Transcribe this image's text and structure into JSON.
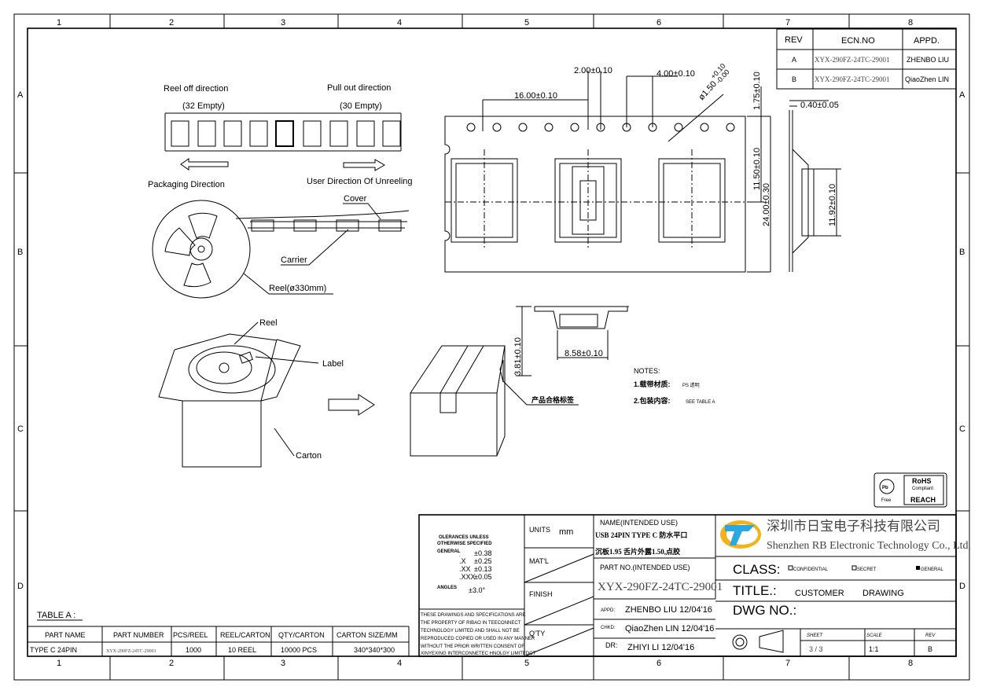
{
  "frame": {
    "cols": [
      "1",
      "2",
      "3",
      "4",
      "5",
      "6",
      "7",
      "8"
    ],
    "rows": [
      "A",
      "B",
      "C",
      "D"
    ]
  },
  "revision_table": {
    "headers": [
      "REV",
      "ECN.NO",
      "APPD."
    ],
    "rows": [
      {
        "rev": "A",
        "ecn": "XYX-290FZ-24TC-29001",
        "appd": "ZHENBO LIU"
      },
      {
        "rev": "B",
        "ecn": "XYX-290FZ-24TC-29001",
        "appd": "QiaoZhen LIN"
      }
    ]
  },
  "packaging": {
    "reel_off": "Reel off direction",
    "reel_off_empty": "(32 Empty)",
    "pull_out": "Pull out direction",
    "pull_out_empty": "(30 Empty)",
    "packaging_direction": "Packaging Direction",
    "user_direction": "User Direction Of Unreeling",
    "cover": "Cover",
    "carrier": "Carrier",
    "reel_size": "Reel(ø330mm)",
    "reel": "Reel",
    "label": "Label",
    "carton": "Carton",
    "qc_label": "产品合格标签"
  },
  "dimensions": {
    "pitch_2": "2.00±0.10",
    "pitch_4": "4.00±0.10",
    "pitch_16": "16.00±0.10",
    "hole_dia": "ø1.50",
    "hole_tol_plus": "+0.10",
    "hole_tol_minus": "-0.00",
    "edge": "1.75±0.10",
    "center": "11.50±0.10",
    "width": "24.00±0.30",
    "thickness": "0.40±0.05",
    "pocket": "11.92±0.10",
    "depth": "3.81±0.10",
    "pocket_len": "8.58±0.10"
  },
  "notes": {
    "title": "NOTES:",
    "n1_label": "1.载带材质:",
    "n1_value": "PS 透明",
    "n2_label": "2.包装内容:",
    "n2_value": "SEE TABLE A"
  },
  "rohs": {
    "pb": "Pb",
    "pb_sub": "Free",
    "rohs": "RoHS",
    "compliant": "Compliant",
    "reach": "REACH"
  },
  "table_a": {
    "title": "TABLE A :",
    "headers": [
      "PART NAME",
      "PART NUMBER",
      "PCS/REEL",
      "REEL/CARTON",
      "QTY/CARTON",
      "CARTON SIZE/MM"
    ],
    "row": [
      "TYPE C 24PIN",
      "XYX-290FZ-24TC-29001",
      "1000",
      "10 REEL",
      "10000 PCS",
      "340*340*300"
    ]
  },
  "title_block": {
    "tolerances": {
      "heading1": "OLERANCES UNLESS",
      "heading2": "OTHERWISE SPECIFIED",
      "general": "GENERAL",
      "rows": [
        {
          "k": ".",
          "v": "±0.38"
        },
        {
          "k": ".X",
          "v": "±0.25"
        },
        {
          "k": ".XX",
          "v": "±0.13"
        },
        {
          "k": ".XXX",
          "v": "±0.05"
        }
      ],
      "angles": "ANGLES",
      "angles_v": "±3.0°"
    },
    "notice": [
      "THESE DRAWINGS AND SPECIFICATIONS ARE",
      "THE PROPERTY OF RIBAO IN TEECONNECT",
      "TECHNOLOGY LIMITED AND SHALL NOT BE",
      "REPRODUCED COPIED OR USED IN ANY MANNER",
      "WITHOUT THE PRIOR WRITTEN CONSENT OF",
      "XINYEXING INTERCONNETEC HNOLGY LIMITEDCT"
    ],
    "units_label": "UNITS",
    "units": "mm",
    "matl": "MAT'L",
    "finish": "FINISH",
    "qty": "Q'TY",
    "name_label": "NAME(INTENDED USE)",
    "name_line1": "USB 24PIN TYPE C 防水平口",
    "name_line2": "沉板1.95 舌片外露1.50,点胶",
    "part_label": "PART NO.(INTENDED USE)",
    "part_no": "XYX-290FZ-24TC-29001",
    "appd_label": "APPD:",
    "appd": "ZHENBO LIU 12/04'16",
    "chkd_label": "CHKD:",
    "chkd": "QiaoZhen LIN 12/04'16",
    "dr_label": "DR:",
    "dr": "ZHIYI LI  12/04'16",
    "company_cn": "深圳市日宝电子科技有限公司",
    "company_en": "Shenzhen RB Electronic Technology Co., Ltd.",
    "class_label": "CLASS:",
    "class_options": [
      "CONFIDENTIAL",
      "SECRET",
      "GENERAL"
    ],
    "title_label": "TITLE.:",
    "title_1": "CUSTOMER",
    "title_2": "DRAWING",
    "dwg_label": "DWG NO.:",
    "sheet_label": "SHEET",
    "sheet": "3 / 3",
    "scale_label": "SCALE",
    "scale": "1:1",
    "rev_label": "REV",
    "rev": "B"
  }
}
